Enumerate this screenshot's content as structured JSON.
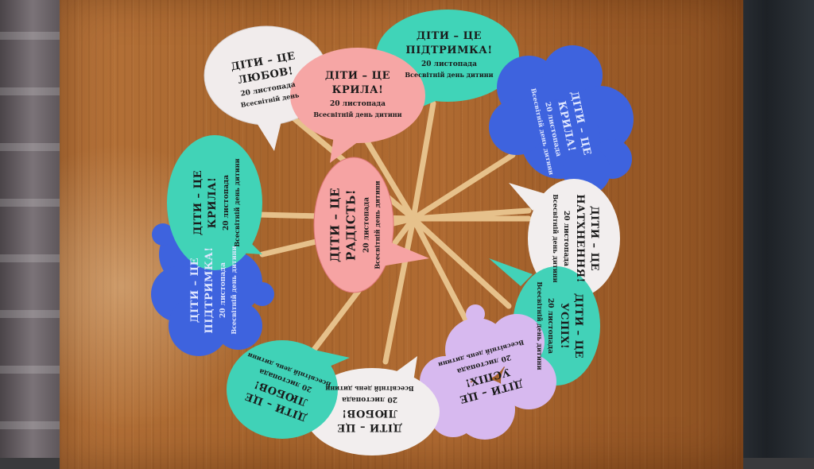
{
  "signs": [
    {
      "id": "center",
      "line1": "ДІТИ – ЦЕ",
      "line2": "РАДІСТЬ!",
      "date": "20 листопада",
      "sub": "Всесвітній день дитини"
    },
    {
      "id": "top-white",
      "line1": "ДІТИ – ЦЕ",
      "line2": "ЛЮБОВ!",
      "date": "20 листопада",
      "sub": "Всесвітній день"
    },
    {
      "id": "top-pink",
      "line1": "ДІТИ – ЦЕ",
      "line2": "КРИЛА!",
      "date": "20 листопада",
      "sub": "Всесвітній день дитини"
    },
    {
      "id": "top-teal",
      "line1": "ДІТИ – ЦЕ",
      "line2": "ПІДТРИМКА!",
      "date": "20 листопада",
      "sub": "Всесвітній день дитини"
    },
    {
      "id": "right-blue",
      "line1": "ДІТИ – ЦЕ",
      "line2": "КРИЛА!",
      "date": "20 листопада",
      "sub": "Всесвітній день дитини"
    },
    {
      "id": "right-white",
      "line1": "ДІТИ – ЦЕ",
      "line2": "НАТХНЕННЯ!",
      "date": "20 листопада",
      "sub": "Всесвітній день дитини"
    },
    {
      "id": "right-teal",
      "line1": "ДІТИ – ЦЕ",
      "line2": "УСПІХ!",
      "date": "20 листопада",
      "sub": "Всесвітній день дитини"
    },
    {
      "id": "bottom-lilac",
      "line1": "ДІТИ – ЦЕ",
      "line2": "УСПІХ!",
      "date": "20 листопада",
      "sub": "Всесвітній день дитини"
    },
    {
      "id": "bottom-white",
      "line1": "ДІТИ – ЦЕ",
      "line2": "ЛЮБОВ!",
      "date": "20 листопада",
      "sub": "Всесвітній день дитини"
    },
    {
      "id": "bottom-teal",
      "line1": "ДІТИ – ЦЕ",
      "line2": "ЛЮБОВ!",
      "date": "20 листопада",
      "sub": "Всесвітній день дитини"
    },
    {
      "id": "left-blue",
      "line1": "ДІТИ – ЦЕ",
      "line2": "ПІДТРИМКА!",
      "date": "20 листопада",
      "sub": "Всесвітній день дитини"
    },
    {
      "id": "left-teal",
      "line1": "ДІТИ – ЦЕ",
      "line2": "КРИЛА!",
      "date": "20 листопада",
      "sub": "Всесвітній день дитини"
    }
  ],
  "colors": {
    "wood": "#a7652d",
    "stick": "#e8c48e",
    "pink": "#f7a7a6",
    "teal": "#3fd1b7",
    "white": "#f2eeee",
    "blue": "#3f63e0",
    "lilac": "#d7b8ef"
  }
}
